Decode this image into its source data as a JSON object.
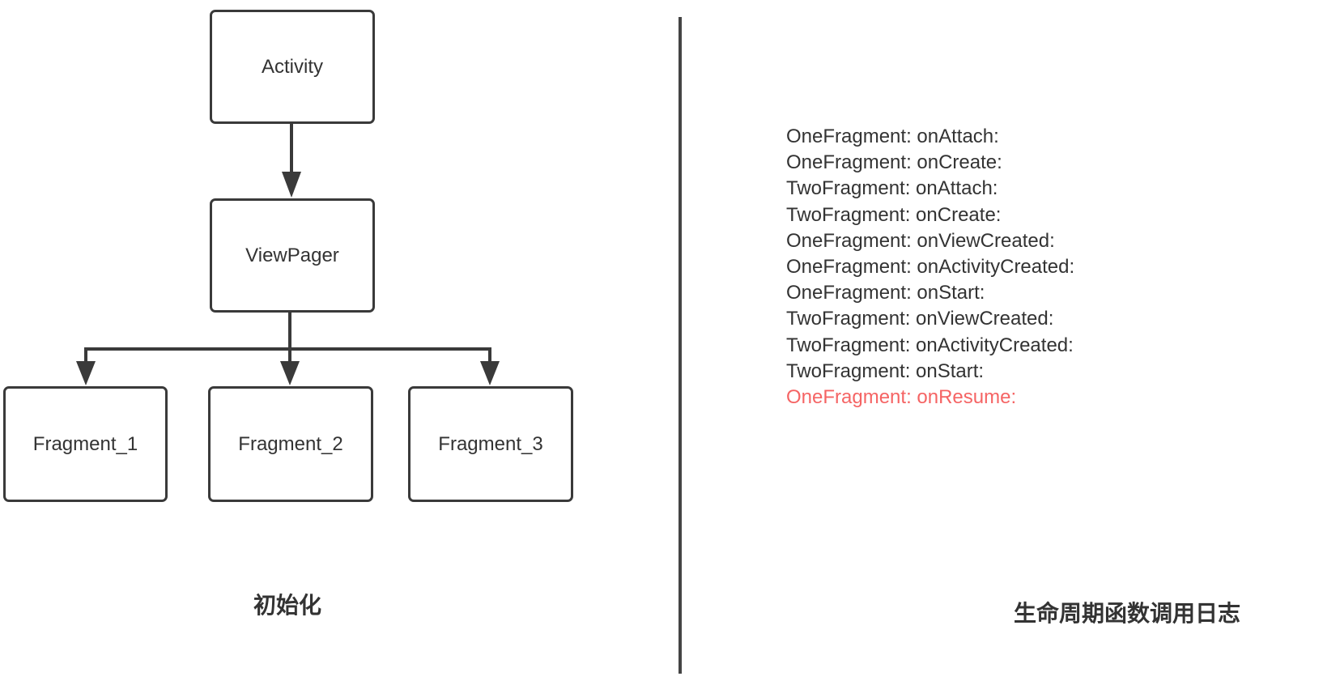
{
  "diagram": {
    "nodes": {
      "activity": "Activity",
      "viewpager": "ViewPager",
      "fragment1": "Fragment_1",
      "fragment2": "Fragment_2",
      "fragment3": "Fragment_3"
    },
    "edges": [
      {
        "from": "activity",
        "to": "viewpager"
      },
      {
        "from": "viewpager",
        "to": "fragment1"
      },
      {
        "from": "viewpager",
        "to": "fragment2"
      },
      {
        "from": "viewpager",
        "to": "fragment3"
      }
    ],
    "caption": "初始化"
  },
  "log": {
    "lines": [
      "OneFragment: onAttach:",
      "OneFragment: onCreate:",
      "TwoFragment: onAttach:",
      "TwoFragment: onCreate:",
      "OneFragment: onViewCreated:",
      "OneFragment: onActivityCreated:",
      "OneFragment: onStart:",
      "TwoFragment: onViewCreated:",
      "TwoFragment: onActivityCreated:",
      "TwoFragment: onStart:"
    ],
    "highlighted_line": "OneFragment: onResume:",
    "highlight_color": "#f56464",
    "caption": "生命周期函数调用日志"
  }
}
